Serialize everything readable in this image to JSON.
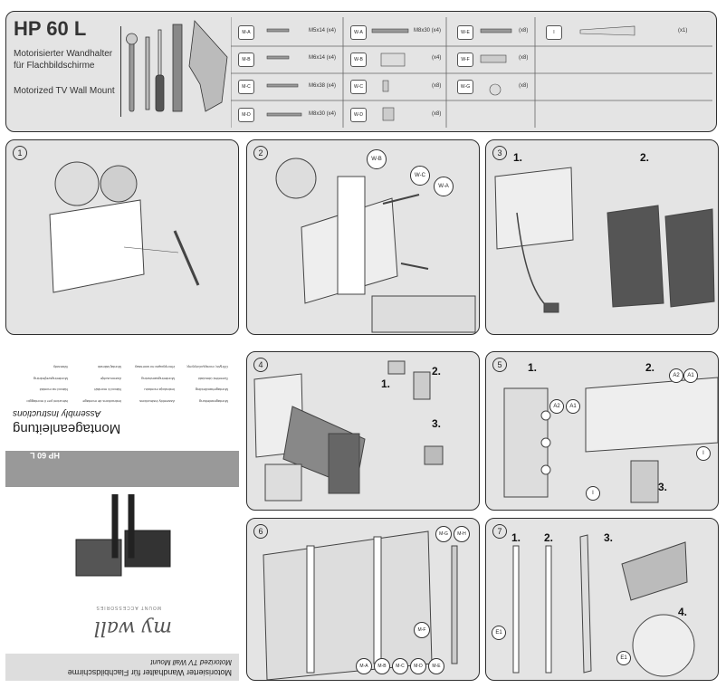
{
  "header": {
    "title": "HP 60 L",
    "subtitle_de": "Motorisierter Wandhalter für Flachbildschirme",
    "subtitle_en": "Motorized TV Wall Mount"
  },
  "parts": [
    {
      "code": "M-A",
      "spec": "M5x14 (x4)"
    },
    {
      "code": "M-B",
      "spec": "M6x14 (x4)"
    },
    {
      "code": "M-C",
      "spec": "M6x38 (x4)"
    },
    {
      "code": "M-D",
      "spec": "M8x30 (x4)"
    },
    {
      "code": "W-A",
      "spec": "M8x30 (x4)"
    },
    {
      "code": "W-B",
      "spec": "(x4)"
    },
    {
      "code": "W-C",
      "spec": "(x8)"
    },
    {
      "code": "W-D",
      "spec": "(x8)"
    },
    {
      "code": "W-E",
      "spec": "(x8)"
    },
    {
      "code": "W-F",
      "spec": "(x8)"
    },
    {
      "code": "W-G",
      "spec": "(x8)"
    },
    {
      "code": "I",
      "spec": "(x1)"
    }
  ],
  "steps": {
    "s1": "1",
    "s2": "2",
    "s3": "3",
    "s4": "4",
    "s5": "5",
    "s6": "6",
    "s7": "7"
  },
  "step_labels": {
    "s3_a": "1.",
    "s3_b": "2.",
    "s4_a": "1.",
    "s4_b": "2.",
    "s4_c": "3.",
    "s5_a": "1.",
    "s5_b": "2.",
    "s5_c": "3.",
    "s7_a": "1.",
    "s7_b": "2.",
    "s7_c": "3.",
    "s7_d": "4."
  },
  "callouts": {
    "s2": [
      "W-B",
      "W-C",
      "W-A"
    ],
    "s5": [
      "A2",
      "A1",
      "A2",
      "A1",
      "I",
      "I"
    ],
    "s6": [
      "M-G",
      "M-H",
      "M-F",
      "M-A",
      "M-B",
      "M-C",
      "M-D",
      "M-E"
    ],
    "s7": [
      "E1",
      "E1"
    ]
  },
  "cover": {
    "title": "Montageanleitung",
    "subtitle": "Assembly Instructions",
    "model": "HP 60 L",
    "brand": "my wall",
    "brand_tag": "MOUNT ACCESSORIES",
    "footer_de": "Motorisierter Wandhalter für Flachbildschirme",
    "footer_en": "Motorized TV Wall Mount",
    "languages": [
      "Montageanleitung",
      "Assembly Instructions",
      "Instructions de montage",
      "Istruzioni per il montaggio",
      "Montagehandleiding",
      "Instrukcja montażu",
      "Návod k montáži",
      "Návod na montáž",
      "Szerelési útmutató",
      "Monteringsanvisning",
      "Asennusohje",
      "Monteringsvejledning",
      "Οδηγίες συναρμολόγησης",
      "Инструкция по монтажу",
      "Montaj talimatı",
      "Warranty"
    ]
  }
}
